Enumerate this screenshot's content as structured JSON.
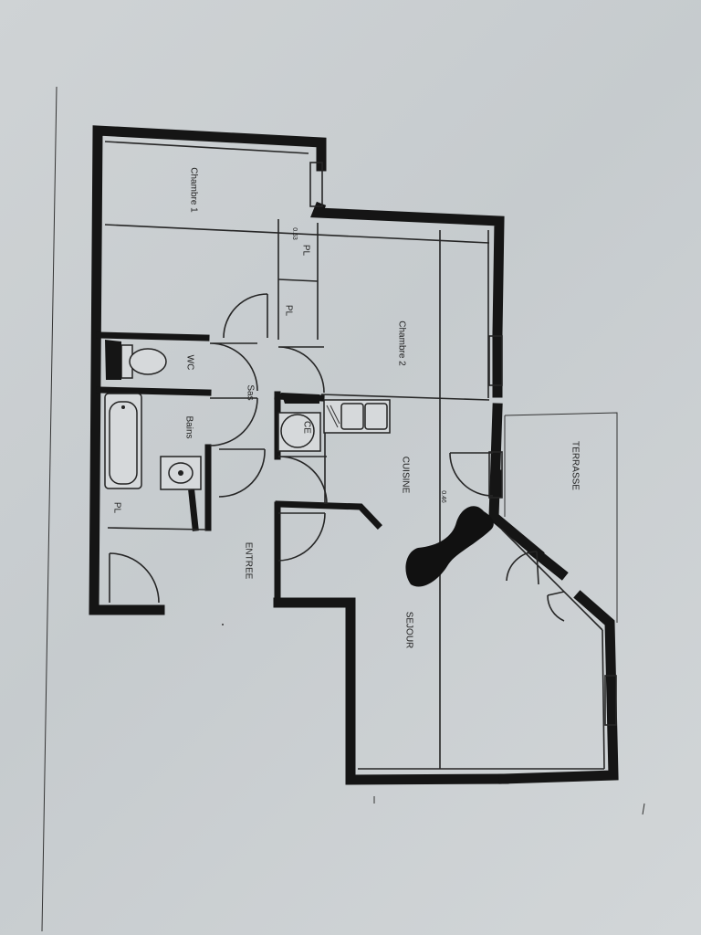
{
  "plan": {
    "rooms": {
      "chambre1": "Chambre 1",
      "chambre2": "Chambre 2",
      "wc": "WC",
      "sas": "Sas",
      "bains": "Bains",
      "entree": "ENTREE",
      "cuisine": "CUISINE",
      "sejour": "SEJOUR",
      "terrasse": "TERRASSE"
    },
    "closets": {
      "pl_a": "PL",
      "pl_b": "PL",
      "pl_c": "PL",
      "ce": "CE"
    },
    "dimensions": {
      "d1": "0.53",
      "d2": "0.46"
    }
  }
}
